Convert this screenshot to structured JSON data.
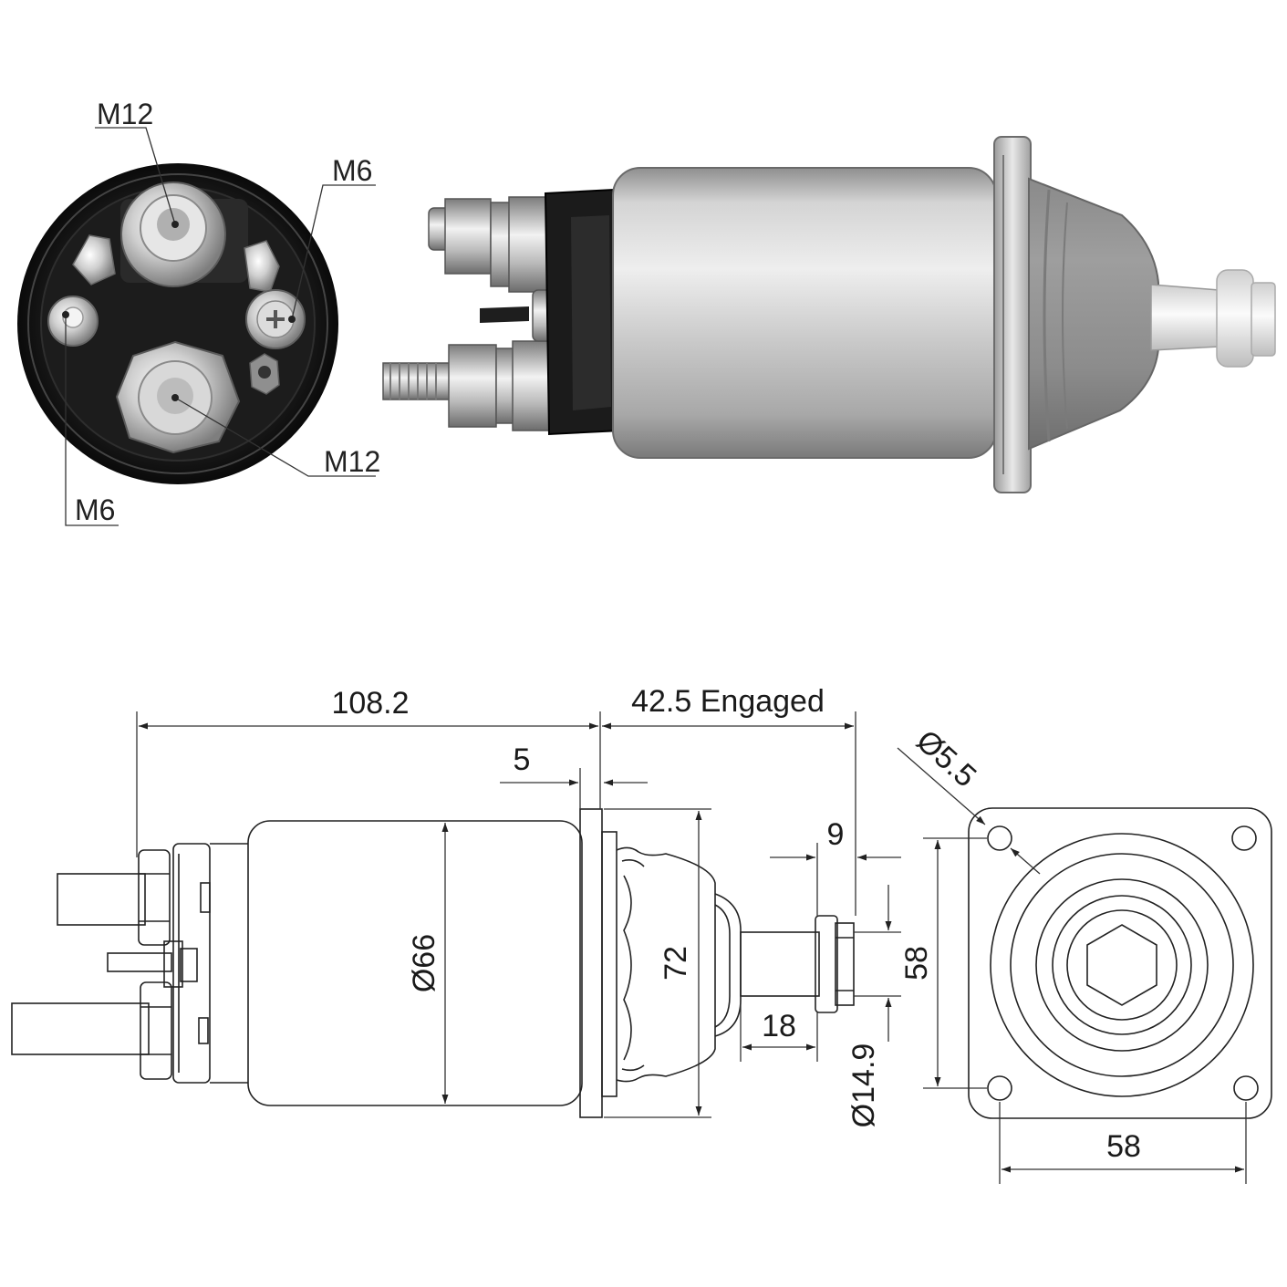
{
  "photo": {
    "labels": {
      "m12_top": "M12",
      "m6_right": "M6",
      "m12_bottom": "M12",
      "m6_left": "M6"
    }
  },
  "drawing": {
    "dims": {
      "length": "108.2",
      "engaged": "42.5 Engaged",
      "flange": "5",
      "body_diameter": "Ø66",
      "boot_height": "72",
      "tip_width": "9",
      "plunger_length": "18",
      "plunger_diameter": "Ø14.9",
      "hole_spacing_v": "58",
      "hole_spacing_h": "58",
      "hole_diameter": "Ø5.5"
    }
  }
}
